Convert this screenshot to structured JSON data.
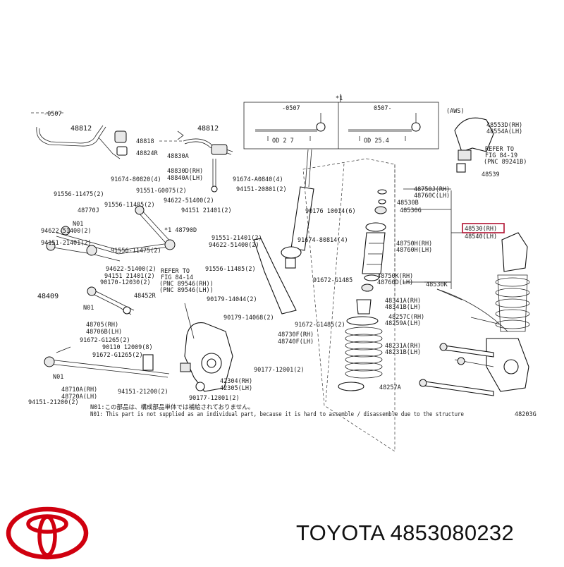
{
  "diagram": {
    "callout_ids": [
      "-0507",
      "48812",
      "48818",
      "48824R",
      "91674-80820(4)",
      "48812",
      "48830A",
      "48830D(RH)",
      "48840A(LH)",
      "91674-A0840(4)",
      "91551-G0075(2)",
      "94151-20801(2)",
      "94622-51400(2)",
      "94151 21401(2)",
      "91556-11475(2)",
      "48770J",
      "91556-11485(2)",
      "N01",
      "*1 48790D",
      "94622-51400(2)",
      "94151-21401(2)",
      "91556-11475(2)",
      "94622-51400(2)",
      "94151 21401(2)",
      "90170-12030(2)",
      "48409",
      "48452R",
      "N01",
      "48705(RH)",
      "48706B(LH)",
      "91672-G1265(2)",
      "90110 12009(8)",
      "91672-G1265(2)",
      "N01",
      "48710A(RH)",
      "48720A(LH)",
      "94151-21200(2)",
      "94151-21200(2)",
      "REFER TO",
      "FIG 84-14",
      "(PNC 89546(RH))",
      "(PNC 89546(LH))",
      "42304(RH)",
      "42305(LH)",
      "90177-12001(2)",
      "90177-12001(2)",
      "91551-21401(2)",
      "94622-51400(2)",
      "91556-11485(2)",
      "90179-14044(2)",
      "90179-14068(2)",
      "91674-80814(4)",
      "91672-G1485",
      "91672-G1485(2)",
      "48730F(RH)",
      "48740F(LH)",
      "90176 10014(6)",
      "*1",
      "-0507",
      "0507-",
      "OD 2 7",
      "OD 25.4",
      "48750J(RH)",
      "48760C(LH)",
      "48530B",
      "48530G",
      "48750H(RH)",
      "48760H(LH)",
      "48750K(RH)",
      "48760D(LH)",
      "48530K",
      "48341A(RH)",
      "48341B(LH)",
      "48257C(RH)",
      "48259A(LH)",
      "48231A(RH)",
      "48231B(LH)",
      "48257A",
      "(AWS)",
      "48553D(RH)",
      "48554A(LH)",
      "REFER TO",
      "FIG 84-19",
      "(PNC 89241B)",
      "48539",
      "48530(RH)",
      "48540(LH)",
      "48203G"
    ],
    "highlighted_part": "48530(RH)",
    "note_lines": [
      "N01:この部品は、構成部品単体では補給されておりません。",
      "N01: This part is not supplied as an individual part, because it is hard to assemble / disassemble due to the structure"
    ]
  },
  "brand": {
    "logo_icon": "toyota-logo-icon",
    "logo_color": "#D0000F",
    "text": "TOYOTA 4853080232"
  }
}
